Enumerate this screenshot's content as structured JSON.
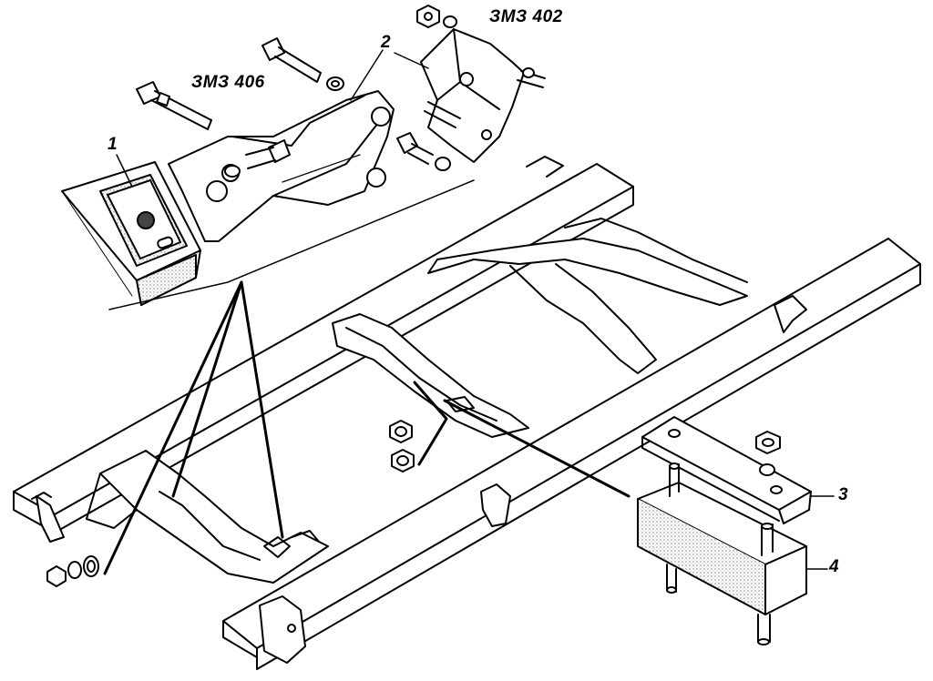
{
  "labels": {
    "engine_402": "ЗМЗ 402",
    "engine_406": "ЗМЗ 406",
    "callout_1": "1",
    "callout_2": "2",
    "callout_3": "3",
    "callout_4": "4"
  },
  "colors": {
    "ink": "#000000",
    "paper": "#ffffff",
    "stipple": "#9a9a9a"
  }
}
